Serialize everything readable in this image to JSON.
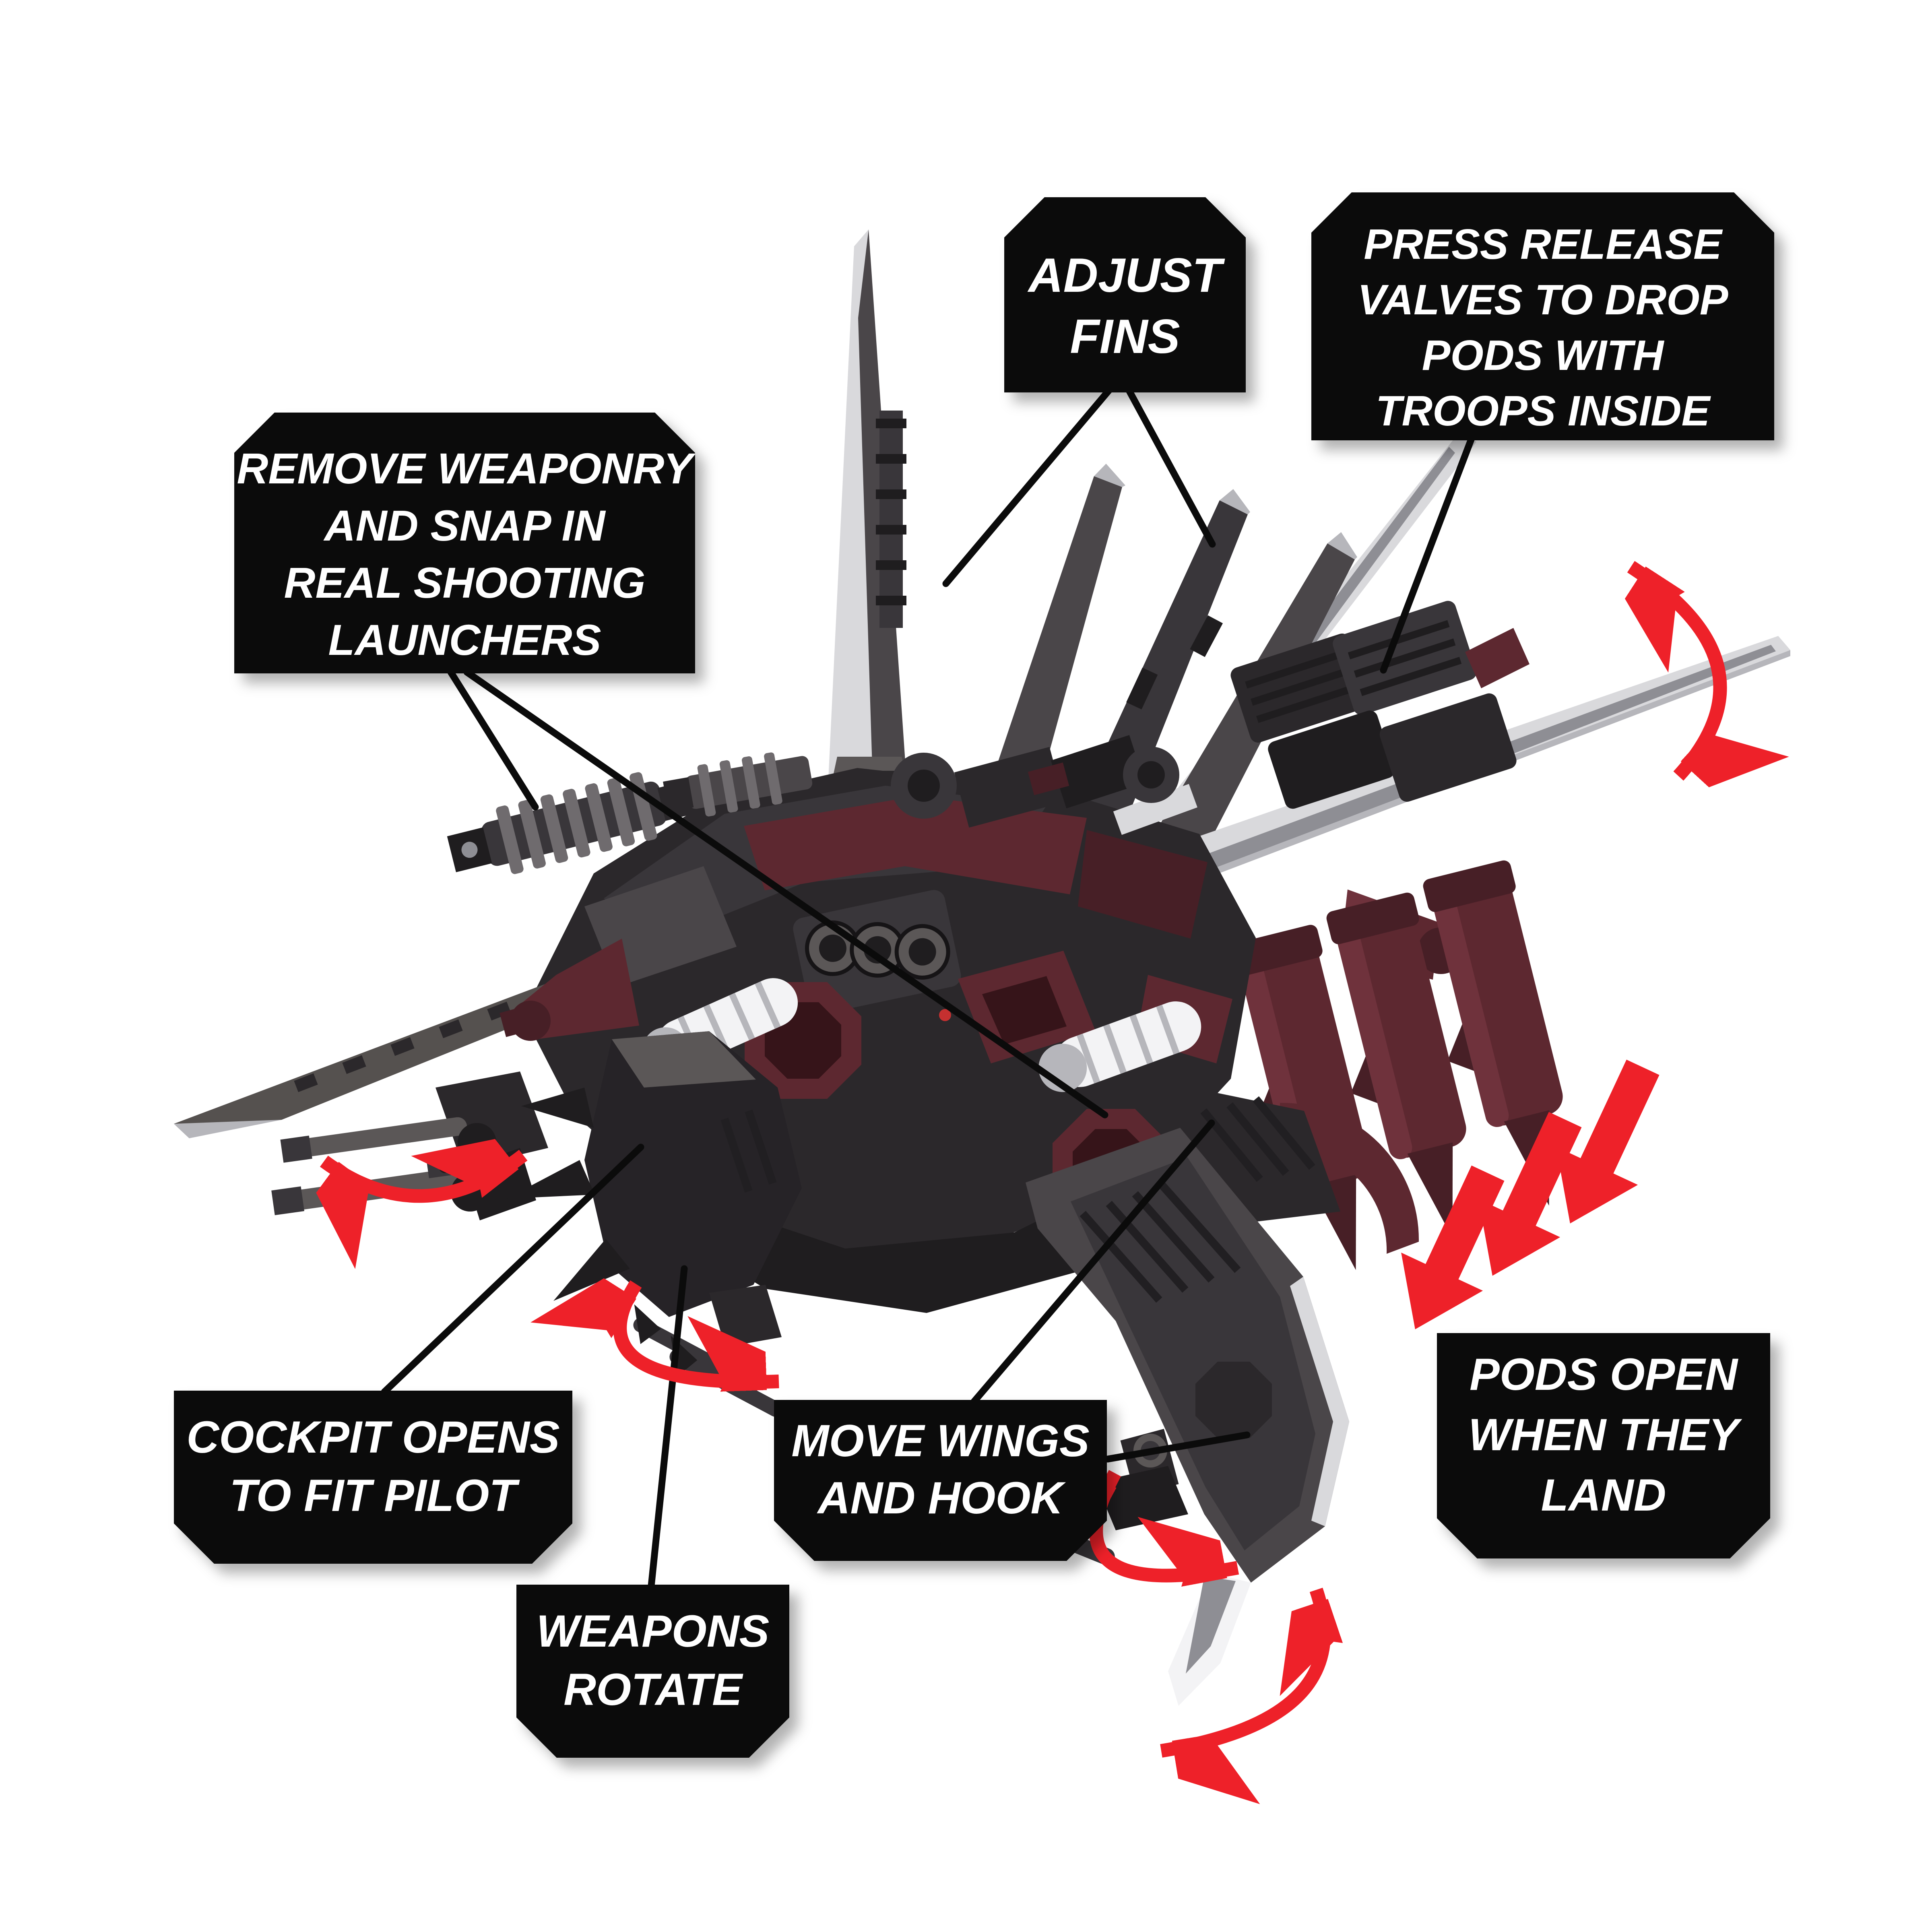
{
  "page": {
    "background": "#ffffff",
    "subject": "annotated product feature diagram of a dark gray and maroon toy space gunship with silver blade fins, drop pods and rotating weapons"
  },
  "colors": {
    "callout_background": "#0b0b0b",
    "callout_text": "#ffffff",
    "leader_line": "#0b0b0b",
    "arrow_red": "#ee2129",
    "toy_dark": "#2b282b",
    "toy_gray": "#4a4649",
    "toy_silver": "#d9d9dc",
    "toy_maroon": "#5d2830"
  },
  "callouts": {
    "adjust_fins": {
      "lines": [
        "ADJUST",
        "FINS"
      ]
    },
    "press_release": {
      "lines": [
        "PRESS RELEASE",
        "VALVES TO DROP",
        "PODS WITH",
        "TROOPS INSIDE"
      ]
    },
    "remove_weaponry": {
      "lines": [
        "REMOVE WEAPONRY",
        "AND SNAP IN",
        "REAL SHOOTING",
        "LAUNCHERS"
      ]
    },
    "cockpit_opens": {
      "lines": [
        "COCKPIT OPENS",
        "TO FIT PILOT"
      ]
    },
    "weapons_rotate": {
      "lines": [
        "WEAPONS",
        "ROTATE"
      ]
    },
    "move_wings": {
      "lines": [
        "MOVE WINGS",
        "AND HOOK"
      ]
    },
    "pods_open": {
      "lines": [
        "PODS OPEN",
        "WHEN THEY",
        "LAND"
      ]
    }
  },
  "figure": {
    "parts": [
      "tall fin",
      "side fins",
      "silver blade wing",
      "release valves",
      "troop drop pods",
      "main body",
      "cockpit beak",
      "left blade wing",
      "twin-barrel gun",
      "right wing with hook",
      "rotating wing gun",
      "ribbed launcher"
    ],
    "motion_arrows": [
      "weapon rotation arc (left gun)",
      "cockpit hook rotation arc",
      "wing gun rotation arc",
      "wing sweep arc (bottom right)",
      "pod release arc (top right)",
      "three pod drop arrows"
    ]
  }
}
